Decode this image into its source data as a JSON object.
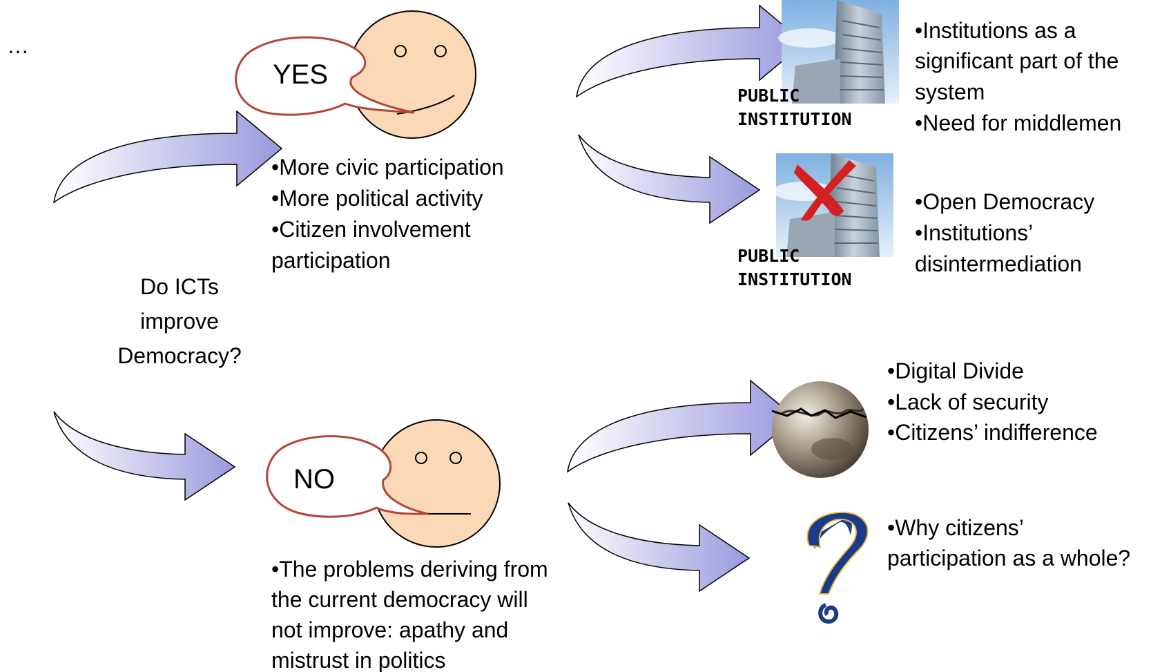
{
  "corner_mark": "…",
  "question": {
    "line1": "Do ICTs",
    "line2": "improve",
    "line3": "Democracy?"
  },
  "yes_branch": {
    "bubble": "YES",
    "points": [
      "•More civic participation",
      "•More political activity",
      "•Citizen involvement",
      "participation"
    ],
    "outcome_institutions": {
      "label_line1": "PUBLIC",
      "label_line2": "INSTITUTION",
      "points": [
        "•Institutions as a",
        "significant part of the",
        "system",
        "•Need for middlemen"
      ]
    },
    "outcome_open_democracy": {
      "label_line1": "PUBLIC",
      "label_line2": "INSTITUTION",
      "points": [
        "•Open Democracy",
        "•Institutions’",
        "disintermediation"
      ]
    }
  },
  "no_branch": {
    "bubble": "NO",
    "points": [
      "•The problems deriving from",
      "the current democracy will",
      "not improve: apathy and",
      "mistrust in politics"
    ],
    "outcome_divide": {
      "points": [
        "•Digital Divide",
        "•Lack of security",
        "•Citizens’ indifference"
      ]
    },
    "outcome_question": {
      "points": [
        "•Why citizens’",
        "participation as a whole?"
      ]
    }
  },
  "colors": {
    "arrow_light": "#ffffff",
    "arrow_dark": "#9999dd",
    "face": "#fcd9b6",
    "bubble_stroke": "#b5443a",
    "cross": "#d42020",
    "question_mark": "#1a3a8a",
    "question_outline": "#e8c040"
  }
}
